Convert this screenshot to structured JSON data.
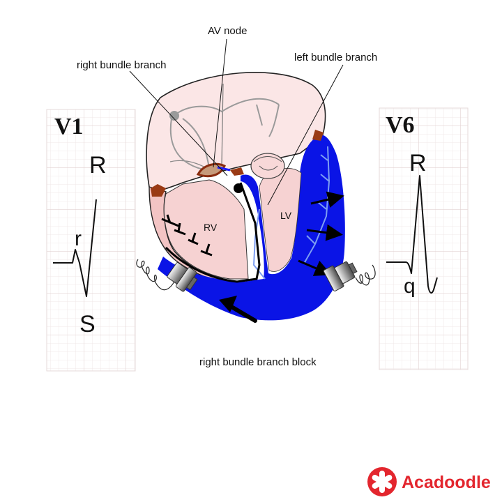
{
  "labels": {
    "av_node": "AV node",
    "right_bundle_branch": "right bundle branch",
    "left_bundle_branch": "left bundle branch",
    "rv": "RV",
    "lv": "LV",
    "caption": "right bundle branch block"
  },
  "leads": {
    "v1": {
      "title": "V1",
      "R": "R",
      "r": "r",
      "S": "S"
    },
    "v6": {
      "title": "V6",
      "R": "R",
      "q": "q"
    }
  },
  "logo": {
    "text": "Acadoodle"
  },
  "colors": {
    "depolarized_blue": "#0a14e6",
    "heart_pink": "#f6d2d2",
    "grid_line": "#ecdede",
    "logo_red": "#e3262e",
    "node_brown": "#9a3a14"
  }
}
